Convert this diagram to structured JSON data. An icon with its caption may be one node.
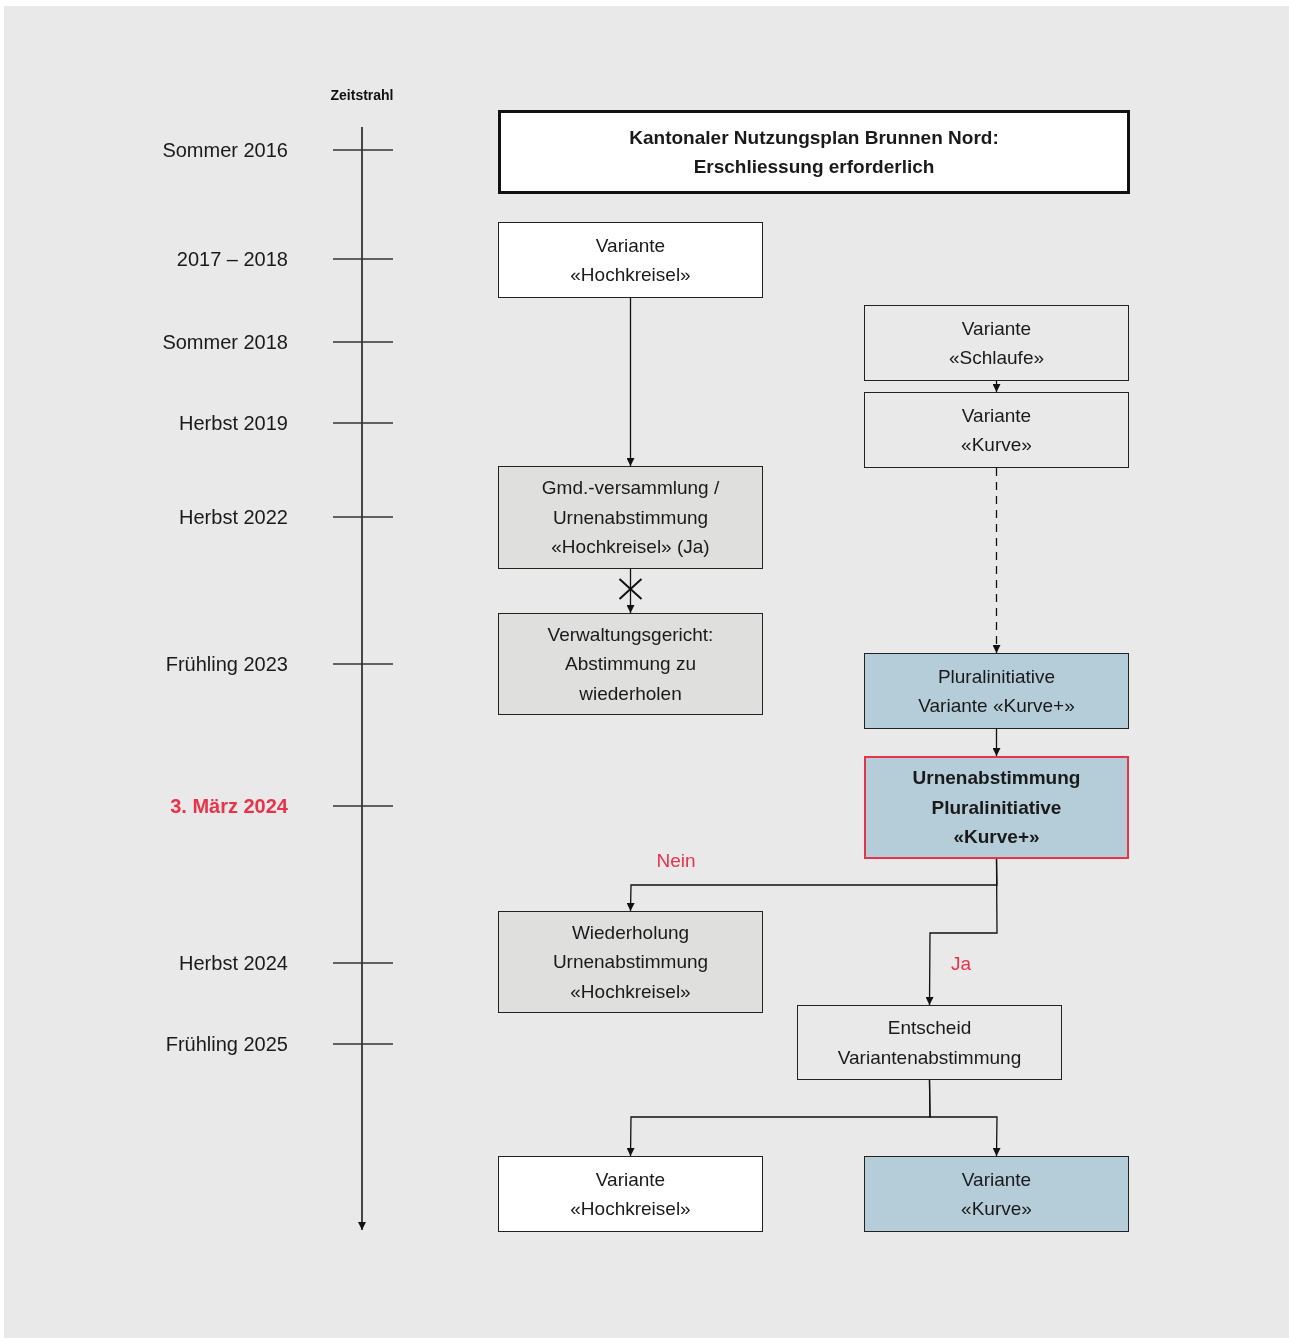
{
  "diagram": {
    "nodes": [
      {
        "text": [
          "Kantonaler Nutzungsplan Brunnen Nord: Erschliessung erforderlich"
        ]
      },
      {
        "text": [
          "Variante «Hochkreisel»"
        ]
      },
      {
        "text": [
          "Variante «Schlaufe»"
        ]
      },
      {
        "text": [
          "Variante «Kurve»"
        ]
      },
      {
        "text": [
          "Gmd.-versammlung / Urnenabstimmung «Hochkreisel» (Ja)"
        ]
      },
      {
        "text": [
          "Verwaltungsgericht: Abstimmung zu wiederholen"
        ]
      },
      {
        "text": [
          "Pluralinitiative Variante «Kurve+»"
        ]
      },
      {
        "text": [
          "Urnenabstimmung Pluralinitiative «Kurve+»"
        ]
      },
      {
        "text": [
          "Wiederholung Urnenabstimmung «Hochkreisel»"
        ]
      },
      {
        "text": [
          "Entscheid Variantenabstimmung"
        ]
      },
      {
        "text": [
          "Variante «Hochkreisel»"
        ]
      },
      {
        "text": [
          "Variante «Kurve»"
        ]
      }
    ],
    "edges": [
      {
        "from": 1,
        "to": 4,
        "arrow": "to"
      },
      {
        "from": 2,
        "to": 3,
        "arrow": "to"
      },
      {
        "from": 4,
        "to": 5,
        "arrow": "to"
      },
      {
        "from": 3,
        "to": 6,
        "arrow": "to",
        "style": "dashed"
      },
      {
        "from": 6,
        "to": 7,
        "arrow": "to"
      },
      {
        "from": 7,
        "to": 8,
        "arrow": "to",
        "label": "Nein"
      },
      {
        "from": 7,
        "to": 9,
        "arrow": "to",
        "label": "Ja"
      },
      {
        "from": 9,
        "to": 10,
        "arrow": "to"
      },
      {
        "from": 9,
        "to": 11,
        "arrow": "to"
      }
    ],
    "labels": [
      "Zeitstrahl",
      "Sommer 2016",
      "2017 – 2018",
      "Sommer 2018",
      "Herbst 2019",
      "Herbst 2022",
      "Frühling 2023",
      "3. März 2024",
      "Herbst 2024",
      "Frühling 2025"
    ]
  }
}
